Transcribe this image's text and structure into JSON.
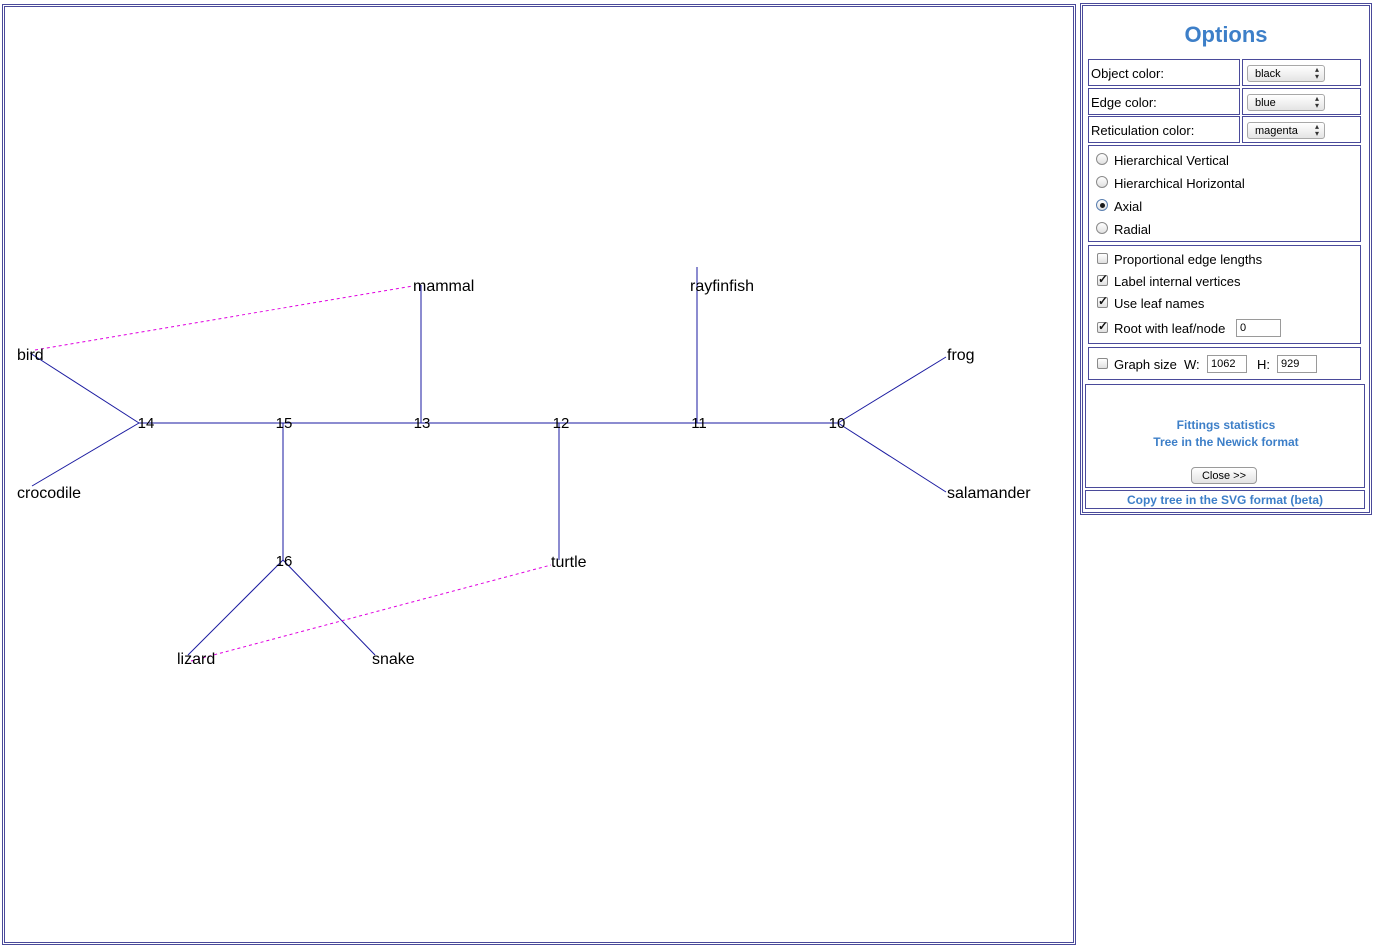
{
  "graph": {
    "object_color": "#000000",
    "edge_color": "#1a1aa0",
    "reticulation_color": "#e000e0",
    "nodes": [
      {
        "id": "mammal",
        "label": "mammal",
        "internal": false
      },
      {
        "id": "rayfinfish",
        "label": "rayfinfish",
        "internal": false
      },
      {
        "id": "bird",
        "label": "bird",
        "internal": false
      },
      {
        "id": "frog",
        "label": "frog",
        "internal": false
      },
      {
        "id": "14",
        "label": "14",
        "internal": true
      },
      {
        "id": "15",
        "label": "15",
        "internal": true
      },
      {
        "id": "13",
        "label": "13",
        "internal": true
      },
      {
        "id": "12",
        "label": "12",
        "internal": true
      },
      {
        "id": "11",
        "label": "11",
        "internal": true
      },
      {
        "id": "10",
        "label": "10",
        "internal": true
      },
      {
        "id": "crocodile",
        "label": "crocodile",
        "internal": false
      },
      {
        "id": "salamander",
        "label": "salamander",
        "internal": false
      },
      {
        "id": "16",
        "label": "16",
        "internal": true
      },
      {
        "id": "turtle",
        "label": "turtle",
        "internal": false
      },
      {
        "id": "lizard",
        "label": "lizard",
        "internal": false
      },
      {
        "id": "snake",
        "label": "snake",
        "internal": false
      }
    ],
    "edges": [
      [
        "bird",
        "14"
      ],
      [
        "crocodile",
        "14"
      ],
      [
        "14",
        "15"
      ],
      [
        "15",
        "13"
      ],
      [
        "13",
        "12"
      ],
      [
        "12",
        "11"
      ],
      [
        "11",
        "10"
      ],
      [
        "10",
        "frog"
      ],
      [
        "10",
        "salamander"
      ],
      [
        "13",
        "mammal"
      ],
      [
        "11",
        "rayfinfish"
      ],
      [
        "15",
        "16"
      ],
      [
        "16",
        "lizard"
      ],
      [
        "16",
        "snake"
      ],
      [
        "12",
        "turtle"
      ]
    ],
    "reticulations": [
      [
        "bird",
        "mammal"
      ],
      [
        "lizard",
        "turtle"
      ]
    ]
  },
  "options": {
    "title": "Options",
    "object_color": {
      "label": "Object color:",
      "value": "black"
    },
    "edge_color": {
      "label": "Edge color:",
      "value": "blue"
    },
    "reticulation_color": {
      "label": "Reticulation color:",
      "value": "magenta"
    },
    "layouts": [
      {
        "label": "Hierarchical Vertical",
        "selected": false
      },
      {
        "label": "Hierarchical Horizontal",
        "selected": false
      },
      {
        "label": "Axial",
        "selected": true
      },
      {
        "label": "Radial",
        "selected": false
      }
    ],
    "checks": [
      {
        "label": "Proportional edge lengths",
        "checked": false
      },
      {
        "label": "Label internal vertices",
        "checked": true
      },
      {
        "label": "Use leaf names",
        "checked": true
      },
      {
        "label": "Root with leaf/node",
        "checked": true
      }
    ],
    "root_value": "0",
    "graph_size": {
      "label": "Graph size",
      "checked": false,
      "w_label": "W:",
      "w": "1062",
      "h_label": "H:",
      "h": "929"
    },
    "fittings_link": "Fittings statistics",
    "newick_link": "Tree in the Newick format",
    "close_label": "Close >>",
    "svg_link": "Copy tree in the SVG format (beta)"
  }
}
